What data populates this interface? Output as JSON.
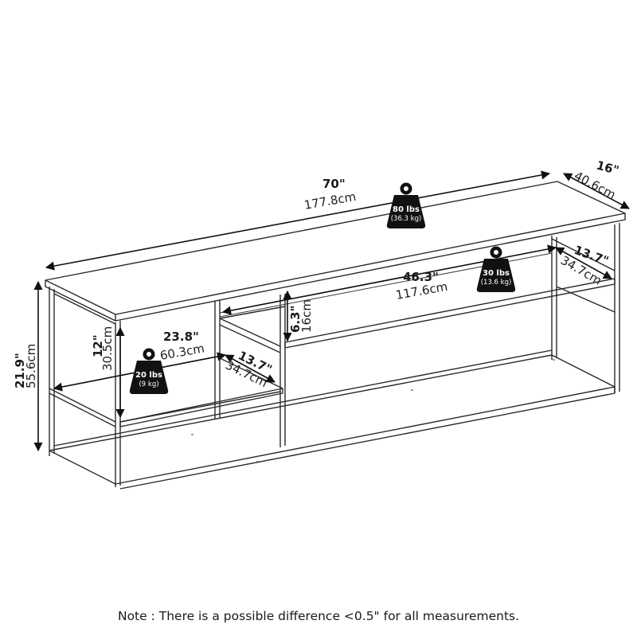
{
  "diagram": {
    "type": "product-dimension-drawing",
    "subject": "TV stand / console table with metal frame and open shelves",
    "dimensions": {
      "overall_width": {
        "inches": "70\"",
        "cm": "177.8cm"
      },
      "overall_depth": {
        "inches": "16\"",
        "cm": "40.6cm"
      },
      "overall_height": {
        "inches": "21.9\"",
        "cm": "55.6cm"
      },
      "left_shelf_height": {
        "inches": "12\"",
        "cm": "30.5cm"
      },
      "left_shelf_width": {
        "inches": "23.8\"",
        "cm": "60.3cm"
      },
      "left_shelf_depth": {
        "inches": "13.7\"",
        "cm": "34.7cm"
      },
      "right_shelf_width": {
        "inches": "46.3\"",
        "cm": "117.6cm"
      },
      "right_shelf_depth": {
        "inches": "13.7\"",
        "cm": "34.7cm"
      },
      "right_shelf_clearance": {
        "inches": "6.3\"",
        "cm": "16cm"
      }
    },
    "weight_capacities": {
      "top": {
        "lbs": "80 lbs",
        "kg": "(36.3 kg)"
      },
      "right_shelf": {
        "lbs": "30 lbs",
        "kg": "(13.6 kg)"
      },
      "left_shelf": {
        "lbs": "20 lbs",
        "kg": "(9 kg)"
      }
    },
    "note": "Note : There is a possible difference <0.5\" for all measurements."
  }
}
